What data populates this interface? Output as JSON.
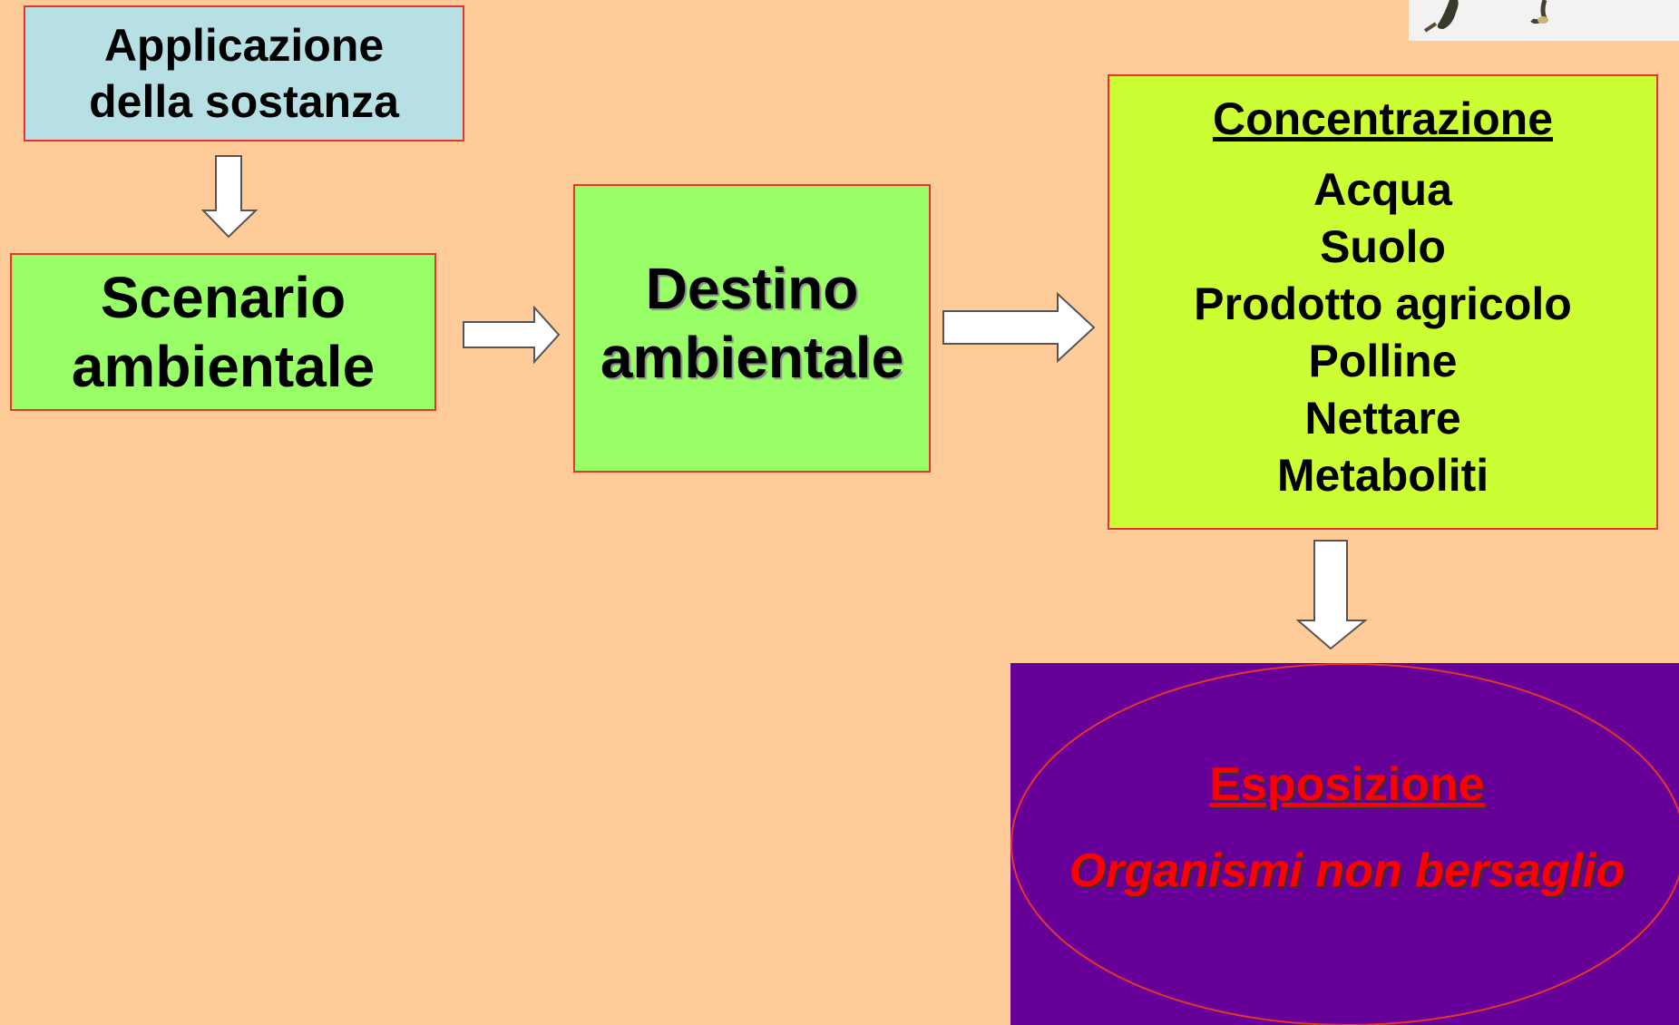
{
  "applicazione": {
    "line1": "Applicazione",
    "line2": "della sostanza"
  },
  "scenario": {
    "line1": "Scenario",
    "line2": "ambientale"
  },
  "destino": {
    "line1": "Destino",
    "line2": "ambientale"
  },
  "concentrazione": {
    "title": "Concentrazione",
    "items": [
      "Acqua",
      "Suolo",
      "Prodotto agricolo",
      "Polline",
      "Nettare",
      "Metaboliti"
    ]
  },
  "esposizione": {
    "title": "Esposizione",
    "subtitle": "Organismi non bersaglio"
  },
  "colors": {
    "background": "#FFCC99",
    "applicazione_fill": "#B7E0E4",
    "green_fill": "#99FF66",
    "lime_fill": "#CCFF33",
    "purple_fill": "#660099",
    "border_red": "#E8342A",
    "text_red": "#FF0000"
  }
}
